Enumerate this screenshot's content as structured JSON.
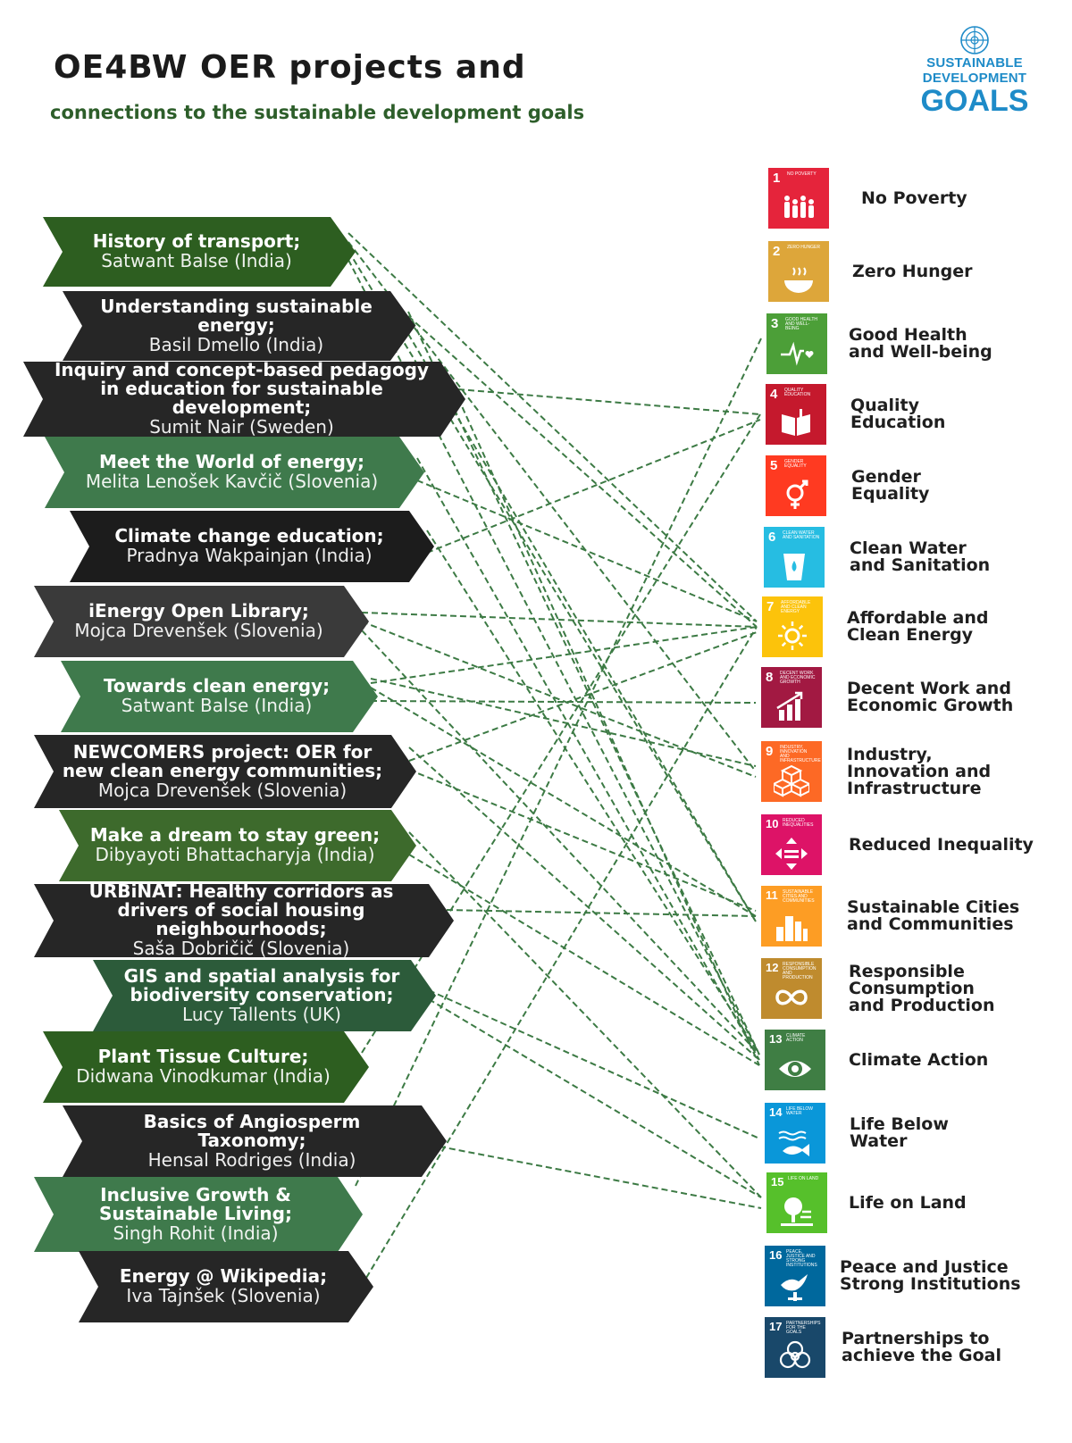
{
  "header": {
    "title": "OE4BW OER projects and",
    "subtitle": "connections to the sustainable development goals"
  },
  "sdg_logo": {
    "line1": "SUSTAINABLE",
    "line2": "DEVELOPMENT",
    "line3": "GOALS"
  },
  "colors": {
    "dark_green": "#2d5e20",
    "mid_green": "#3f7a4c",
    "dark_gray": "#262626",
    "connector": "#3c7a44"
  },
  "projects": [
    {
      "title": "History of transport;",
      "author": "Satwant Balse (India)",
      "color": "#2d5e20"
    },
    {
      "title": "Understanding sustainable energy;",
      "author": "Basil Dmello (India)",
      "color": "#262626"
    },
    {
      "title": "Inquiry and concept-based pedagogy in education for sustainable development;",
      "author": "Sumit Nair (Sweden)",
      "color": "#262626"
    },
    {
      "title": "Meet the World of energy;",
      "author": "Melita Lenošek Kavčič (Slovenia)",
      "color": "#3f7a4c"
    },
    {
      "title": "Climate change education;",
      "author": "Pradnya Wakpainjan (India)",
      "color": "#1c1c1c"
    },
    {
      "title": "iEnergy Open Library;",
      "author": "Mojca Drevenšek (Slovenia)",
      "color": "#3a3a3a"
    },
    {
      "title": "Towards clean energy;",
      "author": "Satwant Balse (India)",
      "color": "#3f7a4c"
    },
    {
      "title": "NEWCOMERS project: OER for new clean energy communities;",
      "author": "Mojca Drevenšek (Slovenia)",
      "color": "#262626"
    },
    {
      "title": "Make a dream to stay green;",
      "author": "Dibyayoti Bhattacharyja (India)",
      "color": "#3d6a2c"
    },
    {
      "title": "URBiNAT: Healthy corridors as drivers of social housing neighbourhoods;",
      "author": "Saša Dobričič (Slovenia)",
      "color": "#262626"
    },
    {
      "title": "GIS and spatial analysis for biodiversity conservation;",
      "author": "Lucy Tallents (UK)",
      "color": "#2c5b3a"
    },
    {
      "title": "Plant Tissue Culture;",
      "author": "Didwana Vinodkumar (India)",
      "color": "#2d5e20"
    },
    {
      "title": "Basics of Angiosperm Taxonomy;",
      "author": "Hensal Rodriges (India)",
      "color": "#262626"
    },
    {
      "title": "Inclusive Growth & Sustainable Living;",
      "author": "Singh Rohit (India)",
      "color": "#3f7a4c"
    },
    {
      "title": "Energy @ Wikipedia;",
      "author": "Iva Tajnšek (Slovenia)",
      "color": "#262626"
    }
  ],
  "goals": [
    {
      "number": "1",
      "tile_text": "No Poverty",
      "label": "No Poverty",
      "color": "#e5243b",
      "icon": "family-icon"
    },
    {
      "number": "2",
      "tile_text": "Zero Hunger",
      "label": "Zero Hunger",
      "color": "#dda63a",
      "icon": "bowl-icon"
    },
    {
      "number": "3",
      "tile_text": "Good Health and Well-being",
      "label": "Good Health\nand Well-being",
      "color": "#4c9f38",
      "icon": "heartbeat-icon"
    },
    {
      "number": "4",
      "tile_text": "Quality Education",
      "label": "Quality\nEducation",
      "color": "#c5192d",
      "icon": "book-icon"
    },
    {
      "number": "5",
      "tile_text": "Gender Equality",
      "label": "Gender\nEquality",
      "color": "#ff3a21",
      "icon": "gender-icon"
    },
    {
      "number": "6",
      "tile_text": "Clean Water and Sanitation",
      "label": "Clean Water\nand Sanitation",
      "color": "#26bde2",
      "icon": "water-icon"
    },
    {
      "number": "7",
      "tile_text": "Affordable and Clean Energy",
      "label": "Affordable and\nClean Energy",
      "color": "#fcc30b",
      "icon": "sun-icon"
    },
    {
      "number": "8",
      "tile_text": "Decent Work and Economic Growth",
      "label": "Decent Work and\nEconomic Growth",
      "color": "#a21942",
      "icon": "growth-chart-icon"
    },
    {
      "number": "9",
      "tile_text": "Industry, Innovation and Infrastructure",
      "label": "Industry,\nInnovation and\nInfrastructure",
      "color": "#fd6925",
      "icon": "cubes-icon"
    },
    {
      "number": "10",
      "tile_text": "Reduced Inequalities",
      "label": "Reduced Inequality",
      "color": "#dd1367",
      "icon": "equality-icon"
    },
    {
      "number": "11",
      "tile_text": "Sustainable Cities and Communities",
      "label": "Sustainable Cities\nand Communities",
      "color": "#fd9d24",
      "icon": "buildings-icon"
    },
    {
      "number": "12",
      "tile_text": "Responsible Consumption and Production",
      "label": "Responsible\nConsumption\nand Production",
      "color": "#bf8b2e",
      "icon": "infinity-icon"
    },
    {
      "number": "13",
      "tile_text": "Climate Action",
      "label": "Climate Action",
      "color": "#3f7e44",
      "icon": "eye-globe-icon"
    },
    {
      "number": "14",
      "tile_text": "Life Below Water",
      "label": "Life Below\nWater",
      "color": "#0a97d9",
      "icon": "fish-icon"
    },
    {
      "number": "15",
      "tile_text": "Life On Land",
      "label": "Life on Land",
      "color": "#56c02b",
      "icon": "tree-icon"
    },
    {
      "number": "16",
      "tile_text": "Peace, Justice and Strong Institutions",
      "label": "Peace and Justice\nStrong Institutions",
      "color": "#00689d",
      "icon": "dove-icon"
    },
    {
      "number": "17",
      "tile_text": "Partnerships for the Goals",
      "label": "Partnerships to\nachieve the Goal",
      "color": "#19486a",
      "icon": "flower-rings-icon"
    }
  ],
  "connections": [
    [
      0,
      6
    ],
    [
      0,
      8
    ],
    [
      0,
      10
    ],
    [
      0,
      12
    ],
    [
      1,
      6
    ],
    [
      1,
      10
    ],
    [
      1,
      12
    ],
    [
      2,
      3
    ],
    [
      2,
      12
    ],
    [
      3,
      6
    ],
    [
      3,
      12
    ],
    [
      4,
      3
    ],
    [
      4,
      12
    ],
    [
      5,
      6
    ],
    [
      5,
      8
    ],
    [
      5,
      12
    ],
    [
      6,
      6
    ],
    [
      6,
      7
    ],
    [
      6,
      8
    ],
    [
      6,
      10
    ],
    [
      7,
      6
    ],
    [
      7,
      10
    ],
    [
      7,
      12
    ],
    [
      8,
      12
    ],
    [
      8,
      14
    ],
    [
      9,
      10
    ],
    [
      10,
      13
    ],
    [
      10,
      14
    ],
    [
      11,
      3
    ],
    [
      12,
      14
    ],
    [
      13,
      2
    ],
    [
      14,
      6
    ]
  ]
}
